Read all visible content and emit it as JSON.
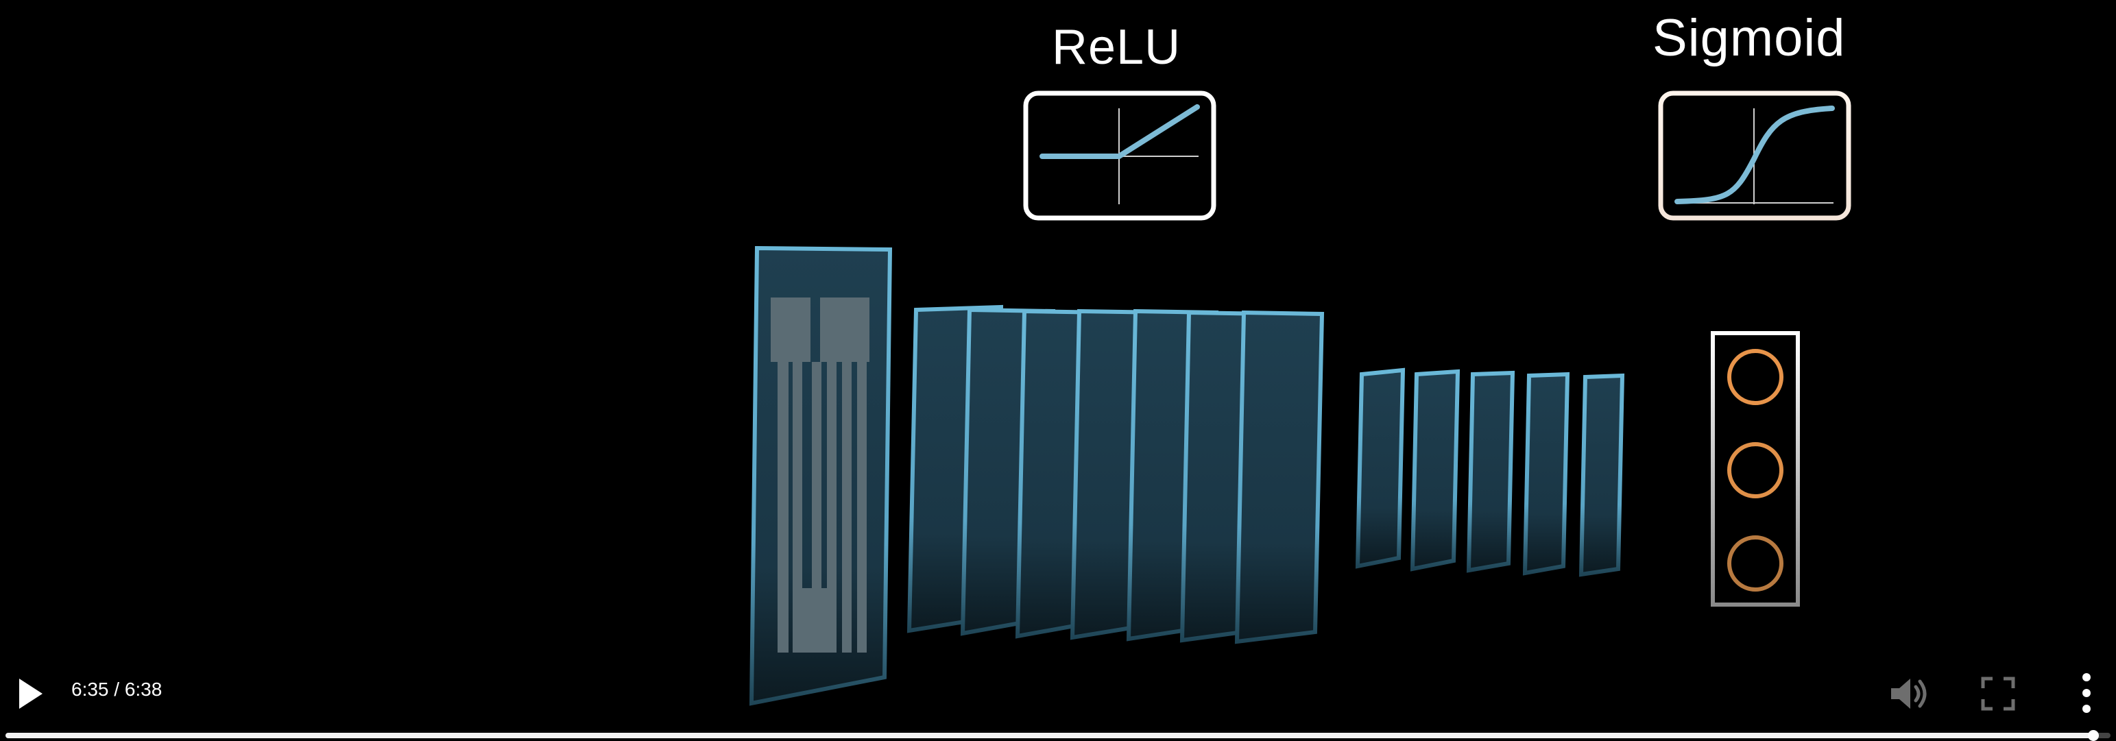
{
  "player": {
    "current_time": "6:35",
    "duration": "6:38",
    "time_label": "6:35 / 6:38",
    "progress_fraction": 0.992
  },
  "icons": {
    "play": "play-icon",
    "volume": "speaker-volume-icon",
    "fullscreen": "fullscreen-icon",
    "more": "more-vertical-icon"
  },
  "video_content": {
    "relu_label": "ReLU",
    "sigmoid_label": "Sigmoid",
    "output_neurons": 3
  },
  "colors": {
    "background": "#000000",
    "layer_stroke": "#6ab8d8",
    "layer_fill": "#1b3a4a",
    "curve": "#7dbbd6",
    "neuron": "#e8944a",
    "progress": "#f2f2f2"
  }
}
